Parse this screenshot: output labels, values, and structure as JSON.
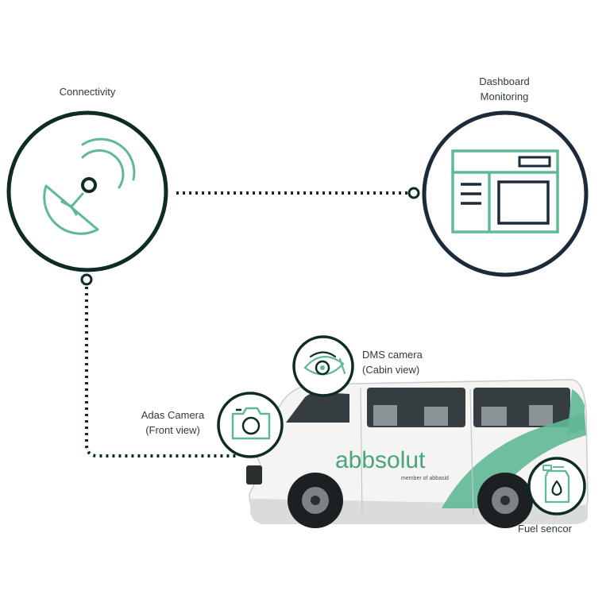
{
  "nodes": {
    "connectivity": {
      "lines": [
        "Connectivity"
      ],
      "icon": "satellite-dish-icon"
    },
    "dashboard": {
      "lines": [
        "Dashboard",
        "Monitoring"
      ],
      "icon": "dashboard-window-icon"
    },
    "adas_camera": {
      "lines": [
        "Adas Camera",
        "(Front view)"
      ],
      "icon": "camera-icon"
    },
    "dms_camera": {
      "lines": [
        "DMS camera",
        "(Cabin view)"
      ],
      "icon": "eye-icon"
    },
    "fuel_sensor": {
      "lines": [
        "Fuel sencor"
      ],
      "icon": "fuel-canister-icon"
    }
  },
  "van": {
    "brand": "abbsolut",
    "tagline": "member of abbasid"
  },
  "colors": {
    "dark_green": "#0f2b28",
    "navy": "#1c2a3a",
    "accent_green": "#5fb896",
    "text": "#2f3a3f"
  }
}
